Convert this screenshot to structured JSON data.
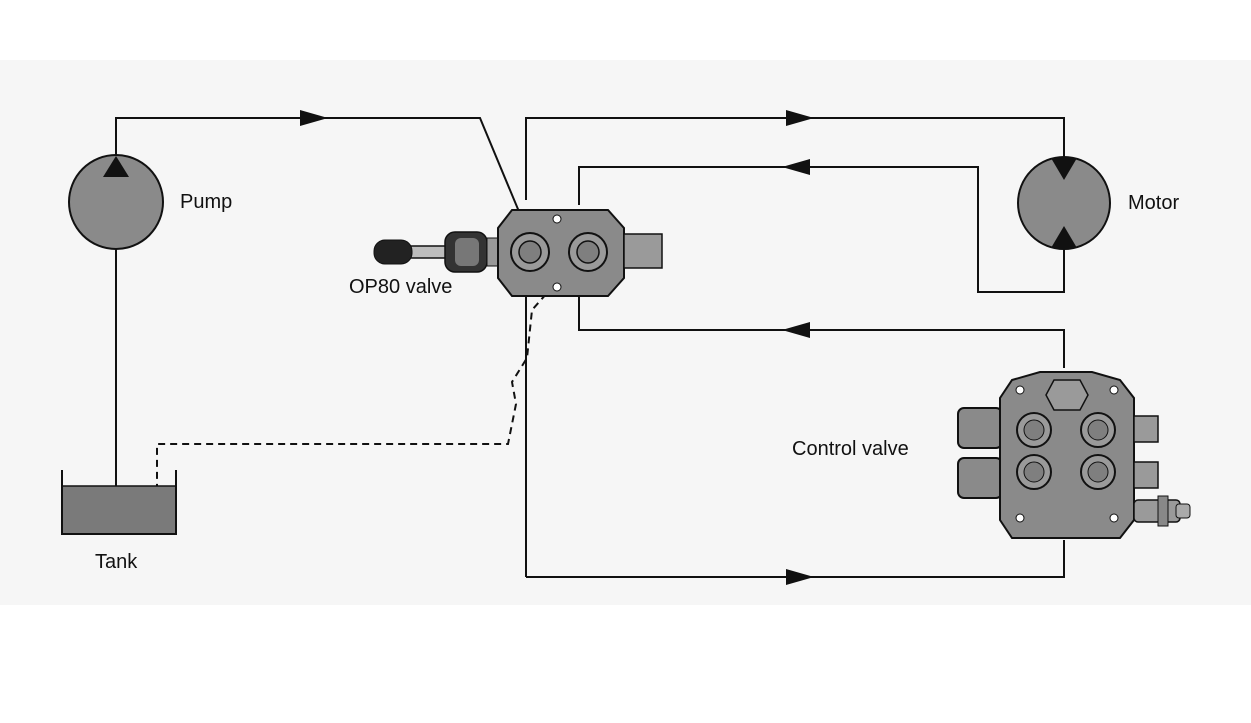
{
  "labels": {
    "pump": "Pump",
    "motor": "Motor",
    "op80_valve": "OP80 valve",
    "control_valve": "Control valve",
    "tank": "Tank"
  },
  "colors": {
    "line": "#111111",
    "component_fill": "#8a8a8a",
    "tank_fluid": "#7a7a7a",
    "background": "#ffffff"
  }
}
